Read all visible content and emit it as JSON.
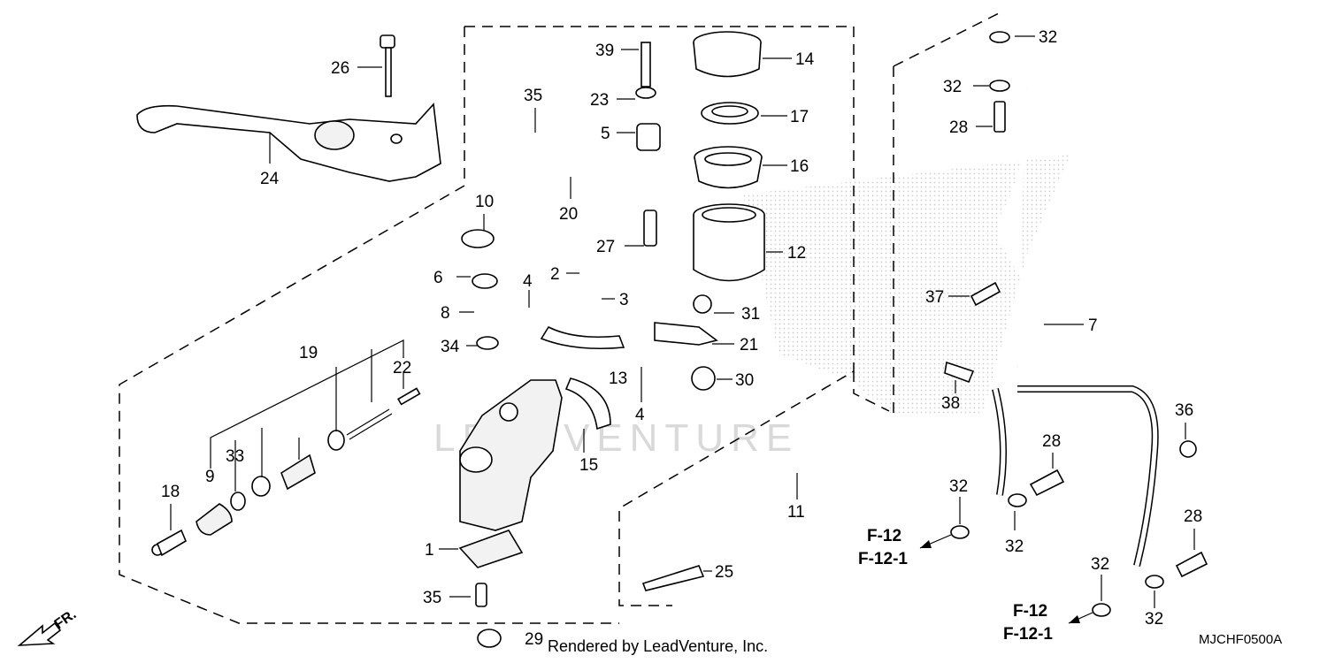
{
  "diagram": {
    "callouts": [
      {
        "id": "26",
        "label": "26"
      },
      {
        "id": "24",
        "label": "24"
      },
      {
        "id": "39",
        "label": "39"
      },
      {
        "id": "35a",
        "label": "35"
      },
      {
        "id": "23",
        "label": "23"
      },
      {
        "id": "5",
        "label": "5"
      },
      {
        "id": "14",
        "label": "14"
      },
      {
        "id": "17",
        "label": "17"
      },
      {
        "id": "16",
        "label": "16"
      },
      {
        "id": "20",
        "label": "20"
      },
      {
        "id": "10",
        "label": "10"
      },
      {
        "id": "27",
        "label": "27"
      },
      {
        "id": "12",
        "label": "12"
      },
      {
        "id": "6",
        "label": "6"
      },
      {
        "id": "2",
        "label": "2"
      },
      {
        "id": "4a",
        "label": "4"
      },
      {
        "id": "3",
        "label": "3"
      },
      {
        "id": "8",
        "label": "8"
      },
      {
        "id": "31",
        "label": "31"
      },
      {
        "id": "21",
        "label": "21"
      },
      {
        "id": "34",
        "label": "34"
      },
      {
        "id": "13",
        "label": "13"
      },
      {
        "id": "30",
        "label": "30"
      },
      {
        "id": "19",
        "label": "19"
      },
      {
        "id": "22",
        "label": "22"
      },
      {
        "id": "4b",
        "label": "4"
      },
      {
        "id": "15",
        "label": "15"
      },
      {
        "id": "9",
        "label": "9"
      },
      {
        "id": "33",
        "label": "33"
      },
      {
        "id": "18",
        "label": "18"
      },
      {
        "id": "11",
        "label": "11"
      },
      {
        "id": "1",
        "label": "1"
      },
      {
        "id": "25",
        "label": "25"
      },
      {
        "id": "35b",
        "label": "35"
      },
      {
        "id": "29",
        "label": "29"
      },
      {
        "id": "32a",
        "label": "32"
      },
      {
        "id": "32b",
        "label": "32"
      },
      {
        "id": "28a",
        "label": "28"
      },
      {
        "id": "37",
        "label": "37"
      },
      {
        "id": "7",
        "label": "7"
      },
      {
        "id": "38",
        "label": "38"
      },
      {
        "id": "36",
        "label": "36"
      },
      {
        "id": "28b",
        "label": "28"
      },
      {
        "id": "32c",
        "label": "32"
      },
      {
        "id": "32d",
        "label": "32"
      },
      {
        "id": "28c",
        "label": "28"
      },
      {
        "id": "32e",
        "label": "32"
      },
      {
        "id": "32f",
        "label": "32"
      }
    ],
    "references": {
      "left_top": "F-12",
      "left_bottom": "F-12-1",
      "right_top": "F-12",
      "right_bottom": "F-12-1"
    },
    "credit": "Rendered by LeadVenture, Inc.",
    "diagram_code": "MJCHF0500A",
    "watermark": "LEADVENTURE",
    "front_indicator": "FR."
  }
}
